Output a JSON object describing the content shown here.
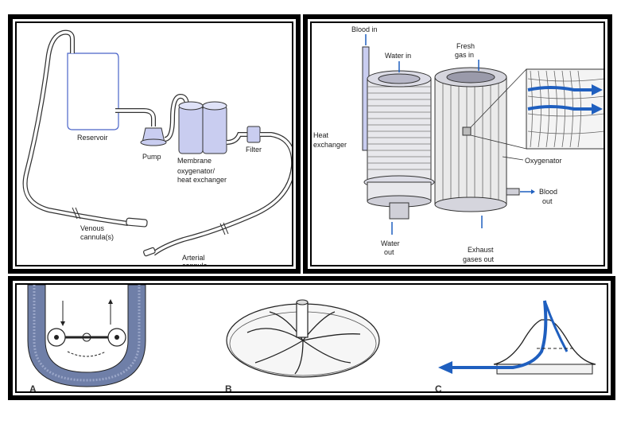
{
  "panel1": {
    "labels": {
      "reservoir": "Reservoir",
      "pump": "Pump",
      "membrane1": "Membrane",
      "membrane2": "oxygenator/",
      "membrane3": "heat exchanger",
      "filter": "Filter",
      "venous1": "Venous",
      "venous2": "cannula(s)",
      "arterial1": "Arterial",
      "arterial2": "cannula"
    }
  },
  "panel2": {
    "labels": {
      "blood_in": "Blood in",
      "water_in": "Water in",
      "fresh1": "Fresh",
      "fresh2": "gas in",
      "heat1": "Heat",
      "heat2": "exchanger",
      "oxygenator": "Oxygenator",
      "blood_out1": "Blood",
      "blood_out2": "out",
      "water_out1": "Water",
      "water_out2": "out",
      "exhaust1": "Exhaust",
      "exhaust2": "gases out"
    }
  },
  "panel3": {
    "labels": {
      "a": "A",
      "b": "B",
      "c": "C"
    }
  },
  "colors": {
    "accent_blue": "#1f5fbf",
    "device_fill": "#c9cdf0",
    "stipple": "#6f7fa8"
  }
}
